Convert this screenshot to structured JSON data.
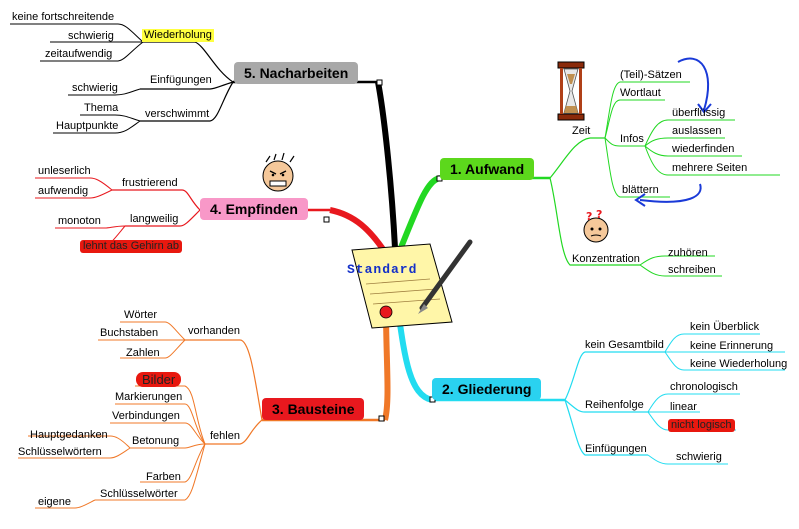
{
  "center": {
    "label": "Standard"
  },
  "branches": {
    "aufwand": {
      "title": "1.  Aufwand",
      "color": "#22d822",
      "zeit": "Zeit",
      "zeit_items": [
        "(Teil)-Sätzen",
        "Wortlaut"
      ],
      "infos": "Infos",
      "infos_items": [
        "überflüssig",
        "auslassen",
        "wiederfinden",
        "mehrere Seiten"
      ],
      "blaettern": "blättern",
      "konzentration": "Konzentration",
      "konzentration_items": [
        "zuhören",
        "schreiben"
      ]
    },
    "gliederung": {
      "title": "2.    Gliederung",
      "color": "#22dcf0",
      "gesamtbild": "kein Gesamtbild",
      "gesamtbild_items": [
        "kein Überblick",
        "keine Erinnerung",
        "keine Wiederholung"
      ],
      "reihenfolge": "Reihenfolge",
      "reihenfolge_items": [
        "chronologisch",
        "linear",
        "nicht logisch"
      ],
      "einfuegungen": "Einfügungen",
      "einfuegungen_items": [
        "schwierig"
      ]
    },
    "bausteine": {
      "title": "3.  Bausteine",
      "color": "#f07828",
      "vorhanden": "vorhanden",
      "vorhanden_items": [
        "Wörter",
        "Buchstaben",
        "Zahlen"
      ],
      "fehlen": "fehlen",
      "fehlen_items": [
        "Bilder",
        "Markierungen",
        "Verbindungen",
        "Betonung",
        "Farben",
        "Schlüsselwörter"
      ],
      "betonung_items": [
        "Hauptgedanken",
        "Schlüsselwörtern"
      ],
      "schluessel_items": [
        "eigene"
      ]
    },
    "empfinden": {
      "title": "4.  Empfinden",
      "color": "#e8181e",
      "frustrierend": "frustrierend",
      "frustrierend_items": [
        "unleserlich",
        "aufwendig"
      ],
      "langweilig": "langweilig",
      "langweilig_items": [
        "monoton",
        "lehnt das Gehirn ab"
      ]
    },
    "nacharbeiten": {
      "title": "5.  Nacharbeiten",
      "color": "#000000",
      "wiederholung": "Wiederholung",
      "wiederholung_items": [
        "keine fortschreitende",
        "schwierig",
        "zeitaufwendig"
      ],
      "einfuegungen": "Einfügungen",
      "einfuegungen_items": [
        "schwierig"
      ],
      "verschwimmt": "verschwimmt",
      "verschwimmt_items": [
        "Thema",
        "Hauptpunkte"
      ]
    }
  }
}
